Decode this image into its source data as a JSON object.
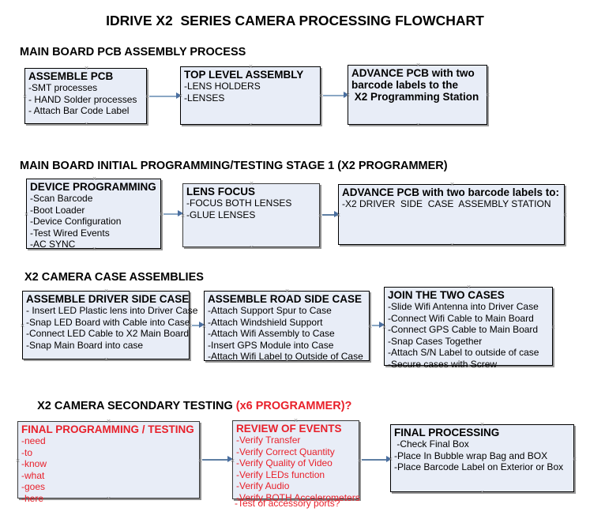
{
  "document": {
    "title": "IDRIVE X2  SERIES CAMERA PROCESSING FLOWCHART",
    "accent_color": "#e8202a",
    "node_fill": "#e8edf7",
    "connector_color": "#8aa7c4"
  },
  "sections": [
    {
      "id": "main-board-pcb-assembly-process",
      "heading": "MAIN BOARD PCB ASSEMBLY PROCESS",
      "heading_accent": "",
      "nodes": [
        {
          "id": "assemble-pcb",
          "title": "ASSEMBLE PCB",
          "lines": [
            "-SMT processes",
            "- HAND Solder processes",
            "- Attach Bar Code Label"
          ]
        },
        {
          "id": "top-level-assembly",
          "title": "TOP LEVEL ASSEMBLY",
          "lines": [
            "-LENS HOLDERS",
            "-LENSES"
          ]
        },
        {
          "id": "advance-pcb-programming-station",
          "title": "ADVANCE PCB with two",
          "title_lines": [
            "ADVANCE PCB with two",
            "barcode labels to the",
            " X2 Programming Station"
          ],
          "lines": []
        }
      ]
    },
    {
      "id": "main-board-initial-programming",
      "heading": "MAIN BOARD INITIAL PROGRAMMING/TESTING STAGE 1 (X2 PROGRAMMER)",
      "heading_accent": "",
      "nodes": [
        {
          "id": "device-programming",
          "title": "DEVICE PROGRAMMING",
          "lines": [
            "-Scan Barcode",
            "-Boot Loader",
            "-Device Configuration",
            "-Test Wired Events",
            "-AC SYNC"
          ]
        },
        {
          "id": "lens-focus",
          "title": "LENS FOCUS",
          "lines": [
            "-FOCUS BOTH LENSES",
            "-GLUE LENSES"
          ]
        },
        {
          "id": "advance-pcb-driver-side-case",
          "title": "ADVANCE PCB with two barcode labels to:",
          "lines": [
            "-X2 DRIVER  SIDE  CASE  ASSEMBLY STATION"
          ]
        }
      ]
    },
    {
      "id": "x2-camera-case-assemblies",
      "heading": "X2 CAMERA CASE ASSEMBLIES",
      "heading_accent": "",
      "nodes": [
        {
          "id": "assemble-driver-side-case",
          "title": "ASSEMBLE DRIVER SIDE CASE",
          "lines": [
            "- Insert LED Plastic lens into Driver Case",
            "-Snap LED Board with Cable into Case",
            "-Connect LED Cable to X2 Main Board",
            "-Snap Main Board into case"
          ]
        },
        {
          "id": "assemble-road-side-case",
          "title": "ASSEMBLE ROAD SIDE CASE",
          "lines": [
            "-Attach Support Spur to Case",
            "-Attach Windshield Support",
            "-Attach Wifi Assembly to Case",
            "-Insert GPS Module into Case",
            "-Attach Wifi Label to Outside of Case"
          ]
        },
        {
          "id": "join-the-two-cases",
          "title": "JOIN THE TWO CASES",
          "lines": [
            "-Slide Wifi Antenna into Driver Case",
            "-Connect Wifi Cable to Main Board",
            "-Connect GPS Cable to Main Board",
            "-Snap Cases Together",
            "-Attach S/N Label to outside of case",
            "-Secure cases with Screw"
          ]
        }
      ]
    },
    {
      "id": "x2-camera-secondary-testing",
      "heading": "X2 CAMERA SECONDARY TESTING ",
      "heading_accent": "(x6 PROGRAMMER)?",
      "nodes": [
        {
          "id": "final-programming-testing",
          "title": "FINAL PROGRAMMING / TESTING",
          "lines": [
            "-need",
            "-to",
            "-know",
            "-what",
            "-goes",
            "-here"
          ]
        },
        {
          "id": "review-of-events",
          "title": "REVIEW OF EVENTS",
          "lines": [
            "-Verify Transfer",
            "-Verify Correct Quantity",
            "-Verify Quality of Video",
            "-Verify LEDs function",
            "-Verify Audio",
            "-Verify BOTH Accelerometers"
          ],
          "overflow_line": "-Test of accessory ports?"
        },
        {
          "id": "final-processing",
          "title": "FINAL PROCESSING",
          "lines": [
            " -Check Final Box",
            "-Place In Bubble wrap Bag and BOX",
            "-Place Barcode Label on Exterior or Box"
          ]
        }
      ]
    }
  ]
}
